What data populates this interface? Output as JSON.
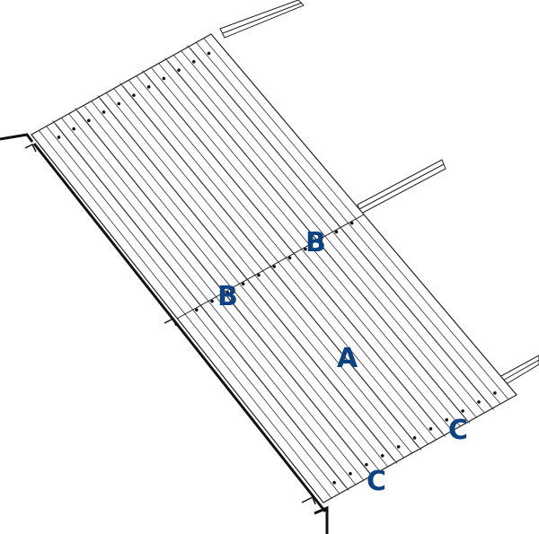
{
  "labels": {
    "b_upper": "B",
    "b_lower": "B",
    "a": "A",
    "c_right": "C",
    "c_lower": "C"
  },
  "colors": {
    "label": "#0d4283",
    "line": "#222222"
  },
  "panel": {
    "rib_count": 24
  }
}
